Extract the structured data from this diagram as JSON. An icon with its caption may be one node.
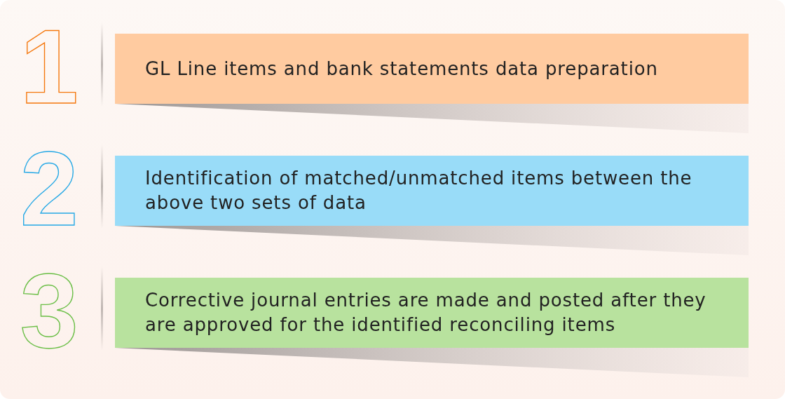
{
  "diagram": {
    "nodes": [
      {
        "text": [
          "GL Line items and bank statements data preparation"
        ],
        "beside": [
          "1"
        ]
      },
      {
        "text": [
          "Identification of matched/unmatched items between the above two sets of data"
        ],
        "beside": [
          "2"
        ]
      },
      {
        "text": [
          "Corrective journal entries are made and posted after they are approved for the identified reconciling items"
        ],
        "beside": [
          "3"
        ]
      }
    ]
  }
}
